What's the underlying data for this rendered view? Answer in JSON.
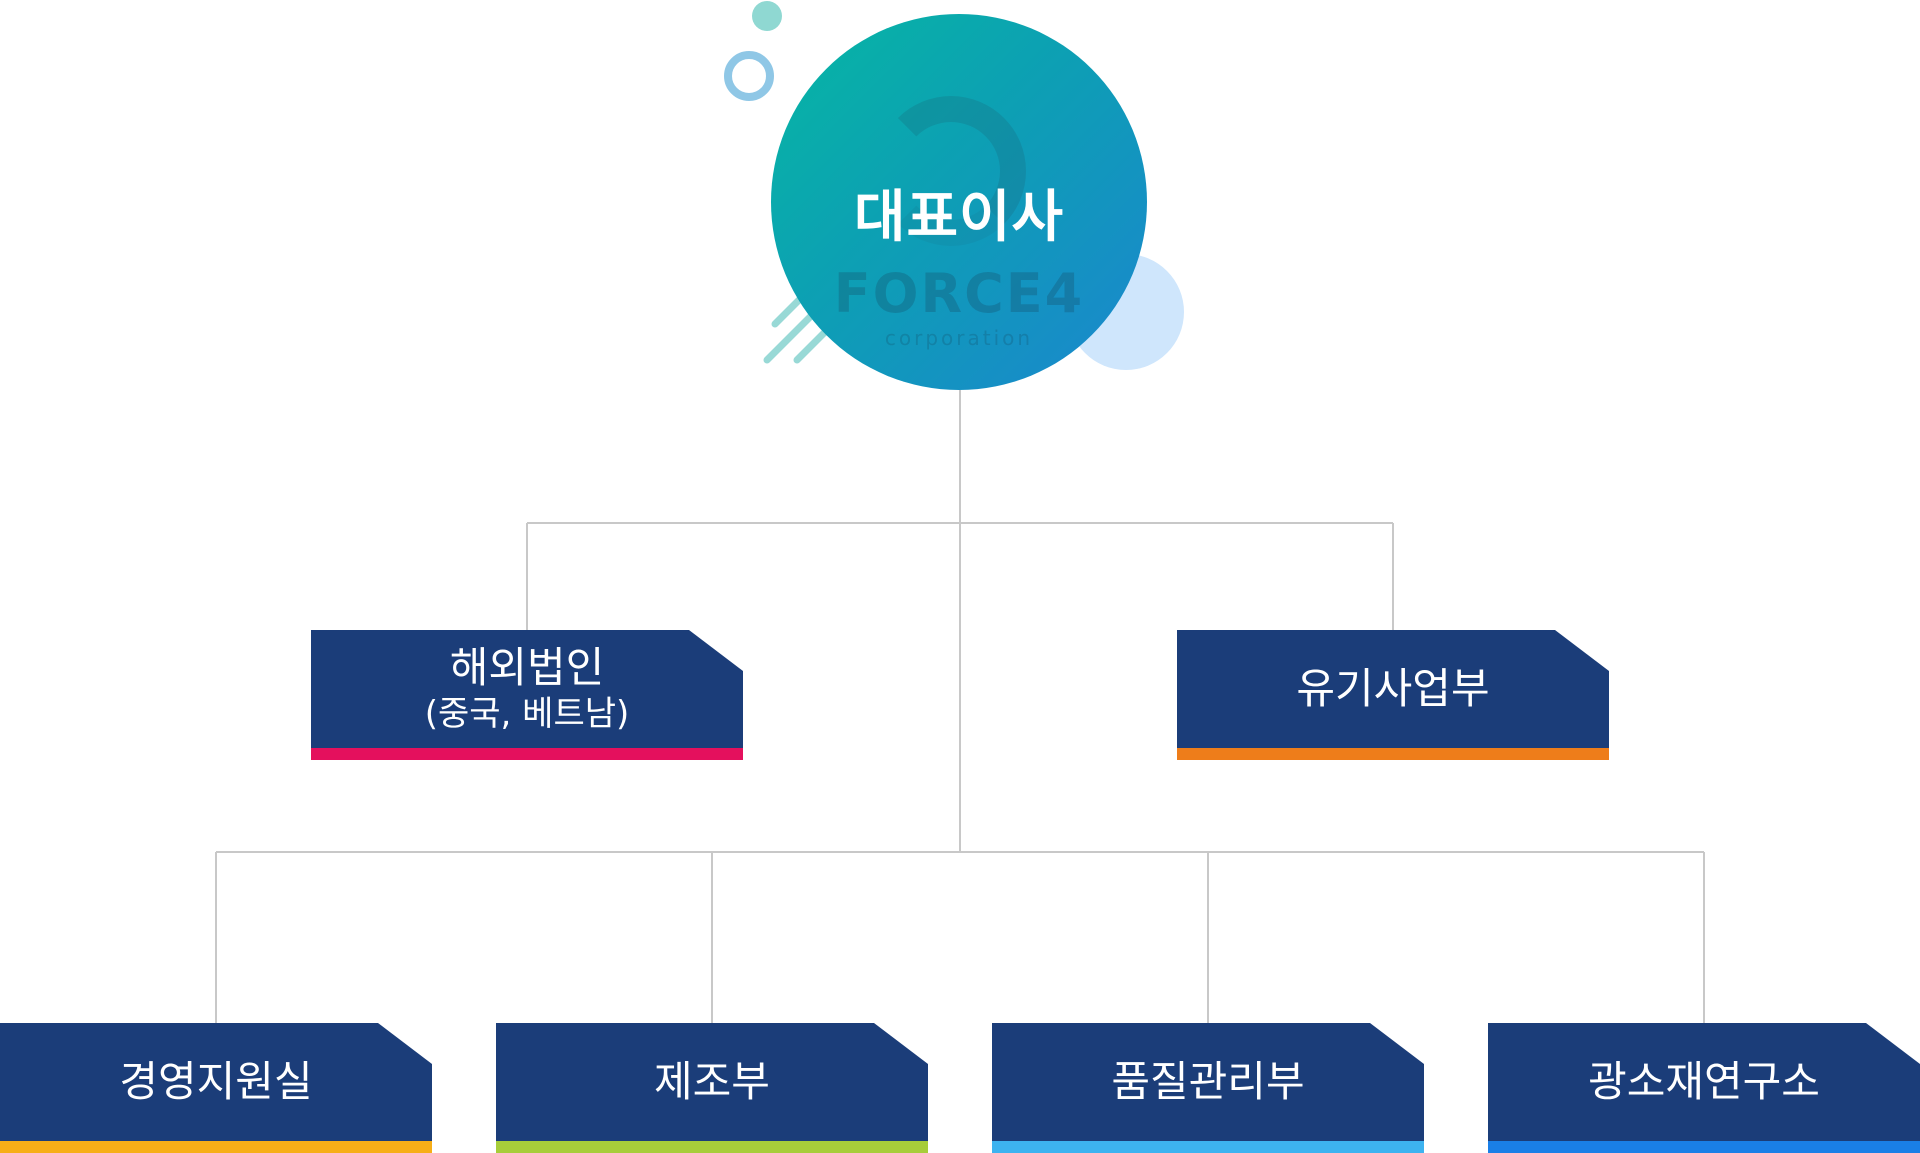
{
  "ceo": {
    "title": "대표이사",
    "watermark": "FORCE4",
    "watermark_sub": "corporation"
  },
  "departments": {
    "overseas": {
      "name": "해외법인",
      "sub": "(중국, 베트남)",
      "color": "#e4105d"
    },
    "organic": {
      "name": "유기사업부",
      "color": "#ee7d1a"
    },
    "management": {
      "name": "경영지원실",
      "color": "#f7ae17"
    },
    "manufacturing": {
      "name": "제조부",
      "color": "#a7cd3a"
    },
    "quality": {
      "name": "품질관리부",
      "color": "#3db3f0"
    },
    "research": {
      "name": "광소재연구소",
      "color": "#1a7fe7"
    }
  },
  "colors": {
    "box": "#1b3d79",
    "line": "#c8c8c8",
    "ceo_gradient_start": "#06b7a3",
    "ceo_gradient_end": "#1b86cf"
  }
}
